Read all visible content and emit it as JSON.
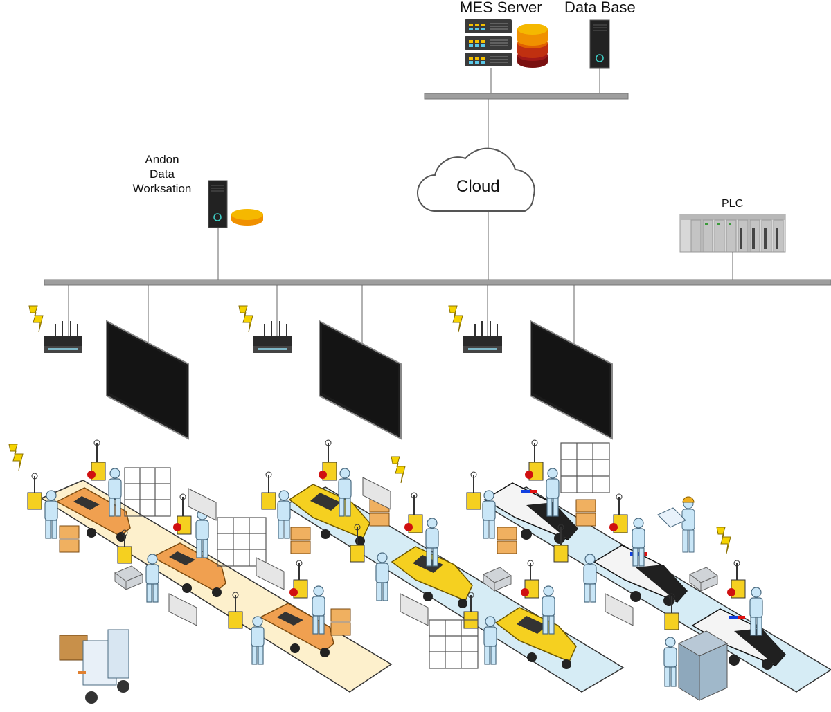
{
  "labels": {
    "mes_server": "MES Server",
    "data_base": "Data Base",
    "andon_line1": "Andon",
    "andon_line2": "Data",
    "andon_line3": "Worksation",
    "cloud": "Cloud",
    "plc": "PLC"
  },
  "colors": {
    "bus": "#9e9e9e",
    "screen": "#1c1c1c",
    "orange_car": "#f0a050",
    "yellow_car": "#f5d020",
    "police_car": "#202020",
    "lane_orange": "#fdf0cc",
    "lane_blue": "#d6ecf5",
    "worker": "#c9e6f7",
    "lightning": "#f5d300",
    "database_top": "#f5b800",
    "database_mid": "#e06000",
    "database_bottom": "#7a1010"
  },
  "lines": [
    {
      "name": "production-line-1",
      "vehicle": "orange-sports-car",
      "count": 3
    },
    {
      "name": "production-line-2",
      "vehicle": "yellow-taxi",
      "count": 3
    },
    {
      "name": "production-line-3",
      "vehicle": "police-car",
      "count": 3
    }
  ]
}
